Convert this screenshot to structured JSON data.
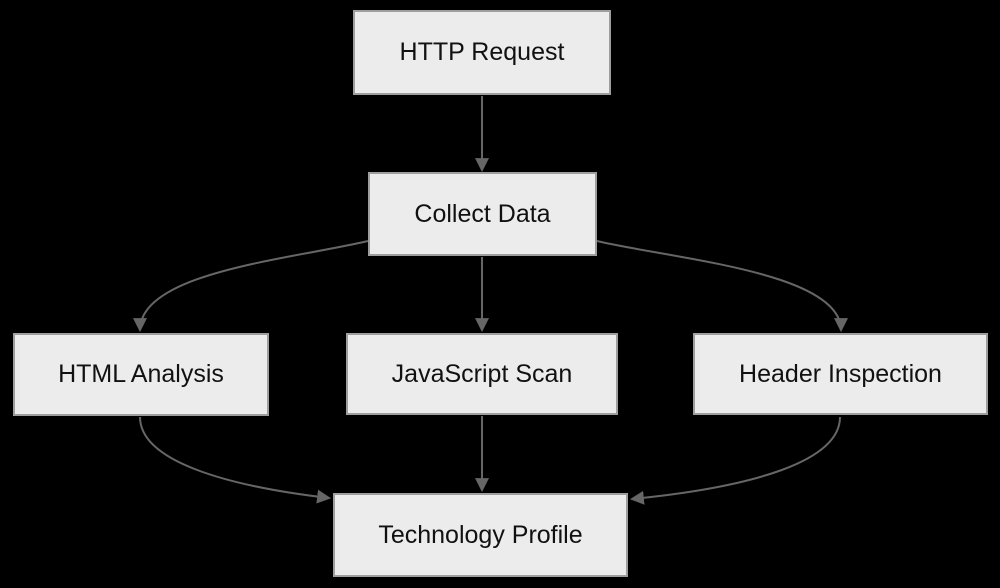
{
  "colors": {
    "background": "#000000",
    "node_fill": "#ececec",
    "node_border": "#9e9e9e",
    "edge": "#666666",
    "text": "#111111"
  },
  "nodes": [
    {
      "id": "http-request",
      "label": "HTTP Request"
    },
    {
      "id": "collect-data",
      "label": "Collect Data"
    },
    {
      "id": "html-analysis",
      "label": "HTML Analysis"
    },
    {
      "id": "javascript-scan",
      "label": "JavaScript Scan"
    },
    {
      "id": "header-inspection",
      "label": "Header Inspection"
    },
    {
      "id": "technology-profile",
      "label": "Technology Profile"
    }
  ],
  "edges": [
    {
      "from": "http-request",
      "to": "collect-data"
    },
    {
      "from": "collect-data",
      "to": "html-analysis"
    },
    {
      "from": "collect-data",
      "to": "javascript-scan"
    },
    {
      "from": "collect-data",
      "to": "header-inspection"
    },
    {
      "from": "html-analysis",
      "to": "technology-profile"
    },
    {
      "from": "javascript-scan",
      "to": "technology-profile"
    },
    {
      "from": "header-inspection",
      "to": "technology-profile"
    }
  ]
}
